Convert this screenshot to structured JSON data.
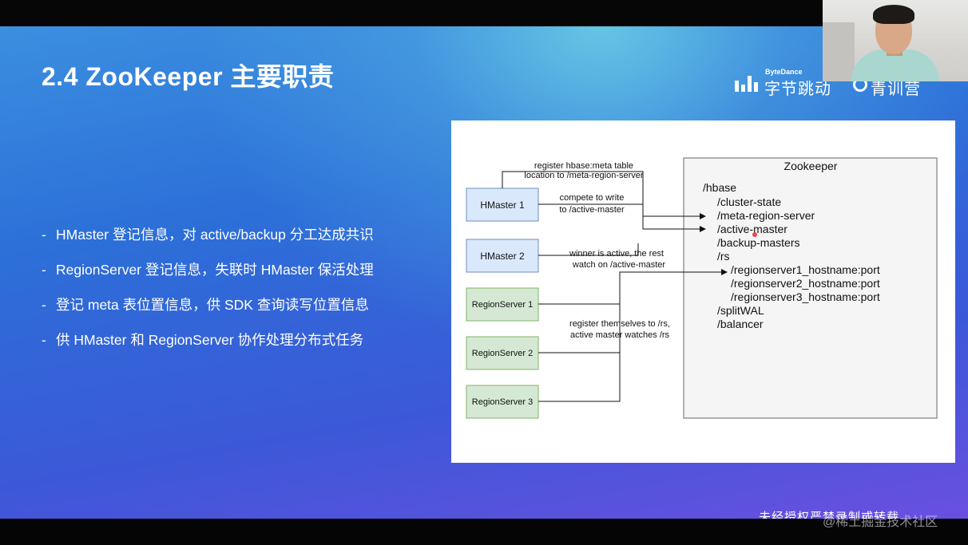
{
  "slide": {
    "title": "2.4 ZooKeeper 主要职责",
    "bullets": [
      "HMaster 登记信息，对 active/backup 分工达成共识",
      "RegionServer 登记信息，失联时 HMaster 保活处理",
      "登记 meta 表位置信息，供 SDK 查询读写位置信息",
      "供 HMaster 和 RegionServer 协作处理分布式任务"
    ],
    "bullet_marker": "-"
  },
  "brand": {
    "company_small": "ByteDance",
    "company_name": "字节跳动",
    "camp_name": "青训营",
    "icon": "bytedance-bars-icon"
  },
  "diagram": {
    "zookeeper_title": "Zookeeper",
    "nodes": {
      "hmaster1": "HMaster 1",
      "hmaster2": "HMaster 2",
      "rs1": "RegionServer 1",
      "rs2": "RegionServer 2",
      "rs3": "RegionServer 3"
    },
    "labels": {
      "register_meta_1": "register hbase:meta table",
      "register_meta_2": "location to /meta-region-server",
      "compete_1": "compete to write",
      "compete_2": "to /active-master",
      "winner_1": "winner is active, the rest",
      "winner_2": "watch on /active-master",
      "rs_register_1": "register themselves to /rs,",
      "rs_register_2": "active master watches /rs"
    },
    "tree": [
      "/hbase",
      "/cluster-state",
      "/meta-region-server",
      "/active-master",
      "/backup-masters",
      "/rs",
      "/regionserver1_hostname:port",
      "/regionserver2_hostname:port",
      "/regionserver3_hostname:port",
      "/splitWAL",
      "/balancer"
    ],
    "colors": {
      "hmaster_fill": "#dae8fc",
      "hmaster_stroke": "#6c8ebf",
      "rs_fill": "#d5e8d4",
      "rs_stroke": "#82b366",
      "zk_fill": "#f5f5f5",
      "cursor_dot": "#e8474f"
    }
  },
  "footer": {
    "watermark": "未经授权严禁录制或转载",
    "source": "@稀土掘金技术社区"
  }
}
